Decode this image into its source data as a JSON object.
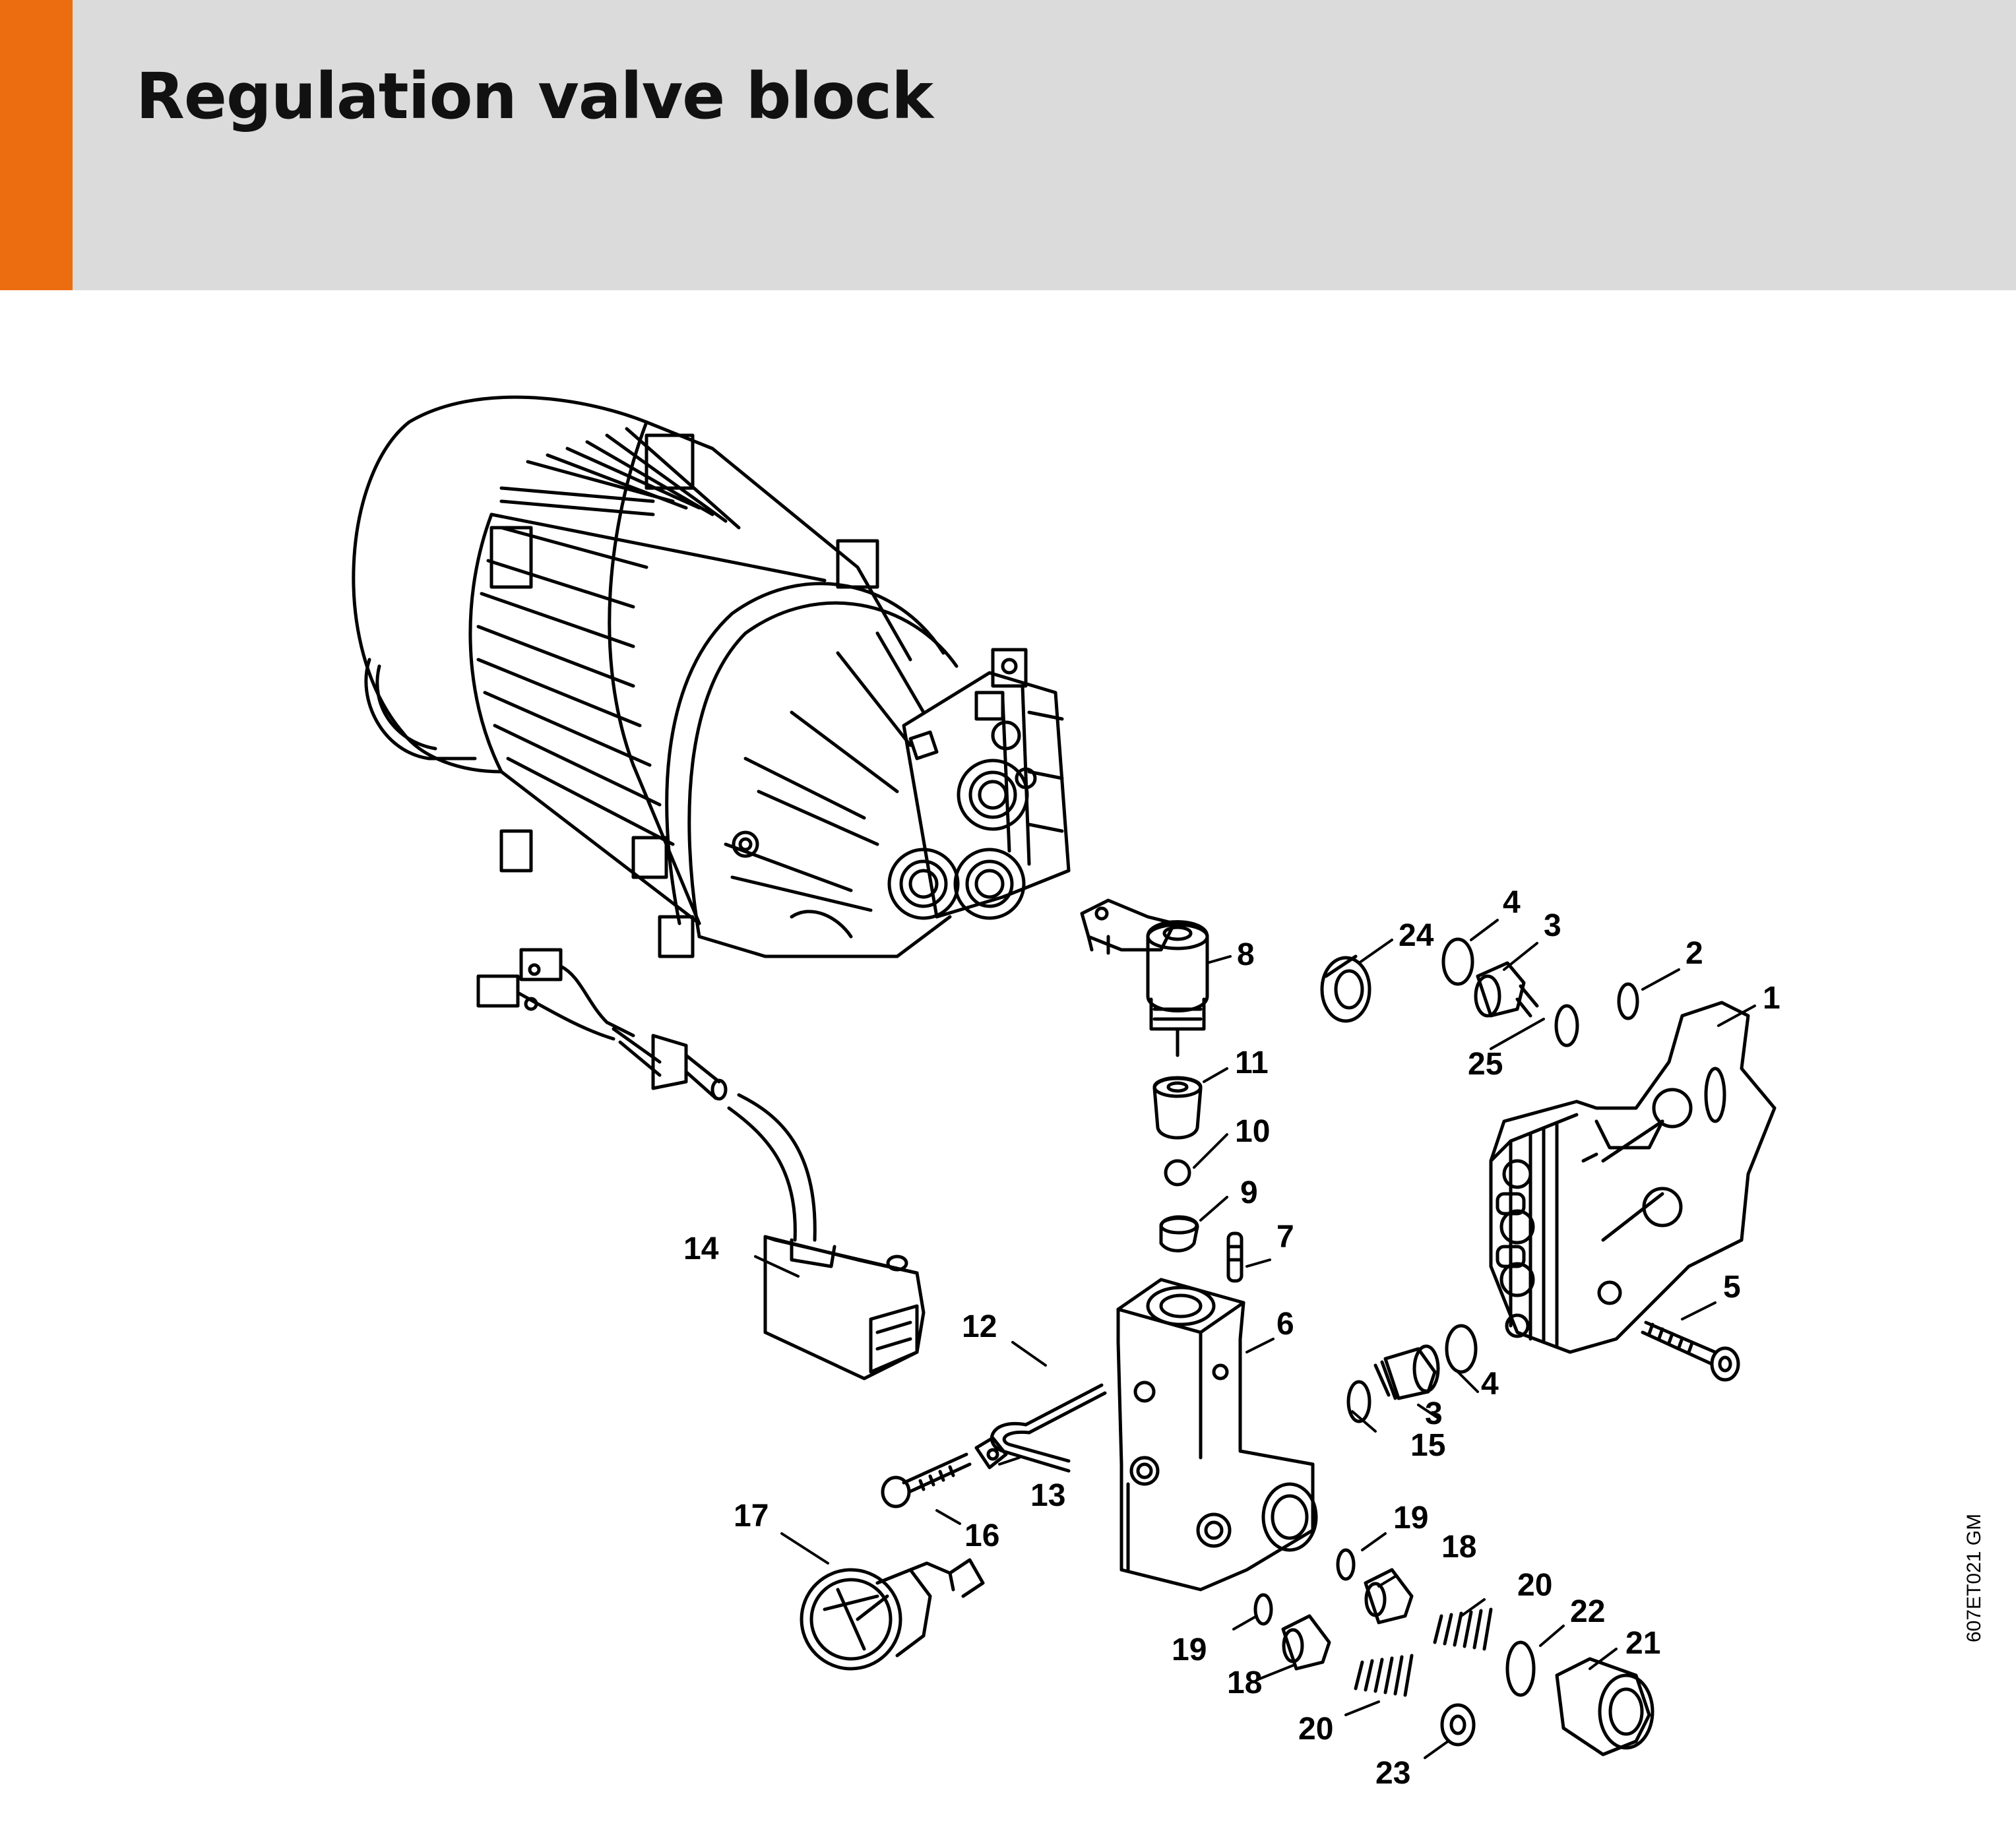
{
  "header": {
    "title": "Regulation valve block",
    "accent_color": "#ec6c10",
    "background_color": "#dadbda"
  },
  "diagram": {
    "drawing_code": "607ET021 GM",
    "callouts": {
      "c1": "1",
      "c2": "2",
      "c3a": "3",
      "c3b": "3",
      "c4a": "4",
      "c4b": "4",
      "c5": "5",
      "c6": "6",
      "c7": "7",
      "c8": "8",
      "c9": "9",
      "c10": "10",
      "c11": "11",
      "c12": "12",
      "c13": "13",
      "c14": "14",
      "c15": "15",
      "c16": "16",
      "c17": "17",
      "c18a": "18",
      "c18b": "18",
      "c19a": "19",
      "c19b": "19",
      "c20a": "20",
      "c20b": "20",
      "c21": "21",
      "c22": "22",
      "c23": "23",
      "c24": "24",
      "c25": "25"
    }
  }
}
